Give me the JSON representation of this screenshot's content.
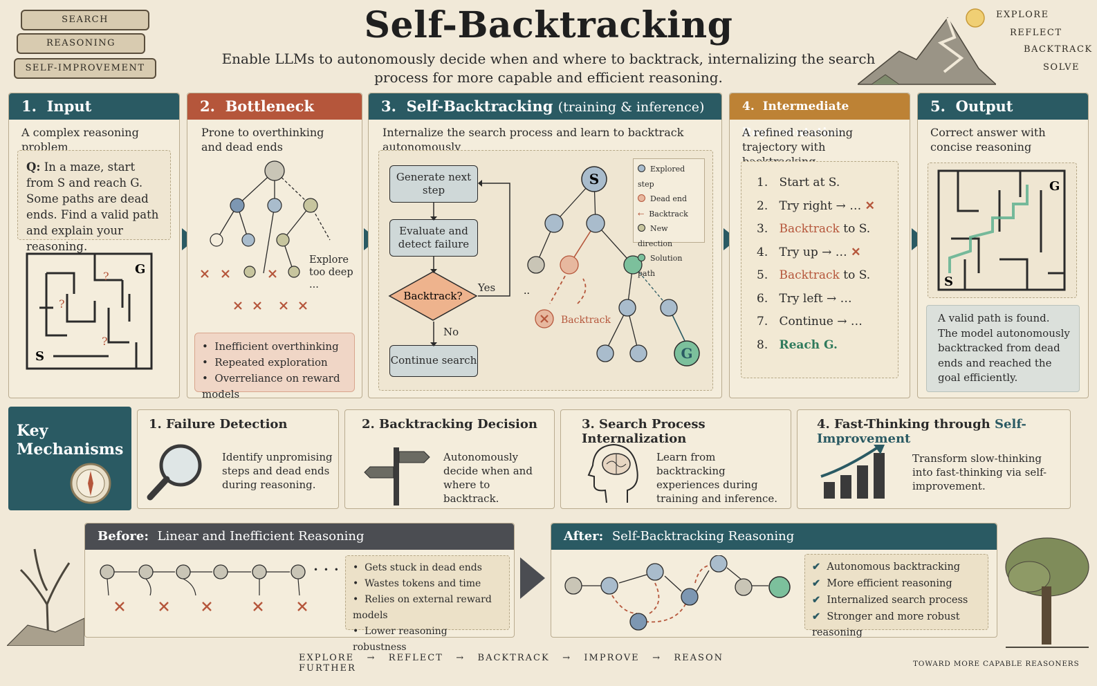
{
  "header": {
    "title": "Self-Backtracking",
    "subtitle": "Enable LLMs to autonomously decide when and where to backtrack, internalizing the search process for more capable and efficient reasoning.",
    "books": [
      "SEARCH",
      "REASONING",
      "SELF-IMPROVEMENT"
    ],
    "keywords": [
      "EXPLORE",
      "REFLECT",
      "BACKTRACK",
      "SOLVE"
    ]
  },
  "panels": {
    "input": {
      "num": "1.",
      "title": "Input",
      "desc": "A complex reasoning problem",
      "q_label": "Q:",
      "question": "In a maze, start from S and reach G. Some paths are dead ends. Find a valid path and explain your reasoning.",
      "maze_s": "S",
      "maze_g": "G",
      "maze_q": "?"
    },
    "bottleneck": {
      "num": "2.",
      "title": "Bottleneck",
      "desc": "Prone to overthinking and dead ends",
      "explore_note": "Explore too deep ...",
      "bullets": [
        "Inefficient overthinking",
        "Repeated exploration",
        "Overreliance on reward models"
      ]
    },
    "selfbt": {
      "num": "3.",
      "title": "Self-Backtracking",
      "title_suffix": "(training & inference)",
      "desc": "Internalize the search process and learn to backtrack autonomously",
      "flow": {
        "generate": "Generate next step",
        "evaluate": "Evaluate and detect failure",
        "decision": "Backtrack?",
        "yes": "Yes",
        "no": "No",
        "continue": "Continue search"
      },
      "tree": {
        "start": "S",
        "goal": "G",
        "backtrack_label": "Backtrack",
        "ellipsis": ".."
      },
      "legend": [
        "Explored step",
        "Dead end",
        "Backtrack",
        "New direction",
        "Solution path"
      ]
    },
    "intermediate": {
      "num": "4.",
      "title": "Intermediate Representation",
      "desc": "A refined reasoning trajectory with backtracking",
      "steps": [
        {
          "n": "1.",
          "pre": "Start at S.",
          "hl": "",
          "post": "",
          "mark": ""
        },
        {
          "n": "2.",
          "pre": "Try right → …",
          "hl": "",
          "post": "",
          "mark": "✕"
        },
        {
          "n": "3.",
          "pre": "",
          "hl": "Backtrack",
          "post": " to S.",
          "mark": ""
        },
        {
          "n": "4.",
          "pre": "Try up → …",
          "hl": "",
          "post": "",
          "mark": "✕"
        },
        {
          "n": "5.",
          "pre": "",
          "hl": "Backtrack",
          "post": " to S.",
          "mark": ""
        },
        {
          "n": "6.",
          "pre": "Try left → …",
          "hl": "",
          "post": "",
          "mark": ""
        },
        {
          "n": "7.",
          "pre": "Continue → …",
          "hl": "",
          "post": "",
          "mark": ""
        },
        {
          "n": "8.",
          "pre": "",
          "hl": "",
          "post": "",
          "mark": "",
          "goal": "Reach G."
        }
      ]
    },
    "output": {
      "num": "5.",
      "title": "Output",
      "desc": "Correct answer with concise reasoning",
      "maze_s": "S",
      "maze_g": "G",
      "result": "A valid path is found. The model autonomously backtracked from dead ends and reached the goal efficiently."
    }
  },
  "mechanisms": {
    "label": "Key Mechanisms",
    "items": [
      {
        "title": "1.  Failure Detection",
        "text": "Identify unpromising steps and dead ends during reasoning."
      },
      {
        "title": "2.  Backtracking Decision",
        "text": "Autonomously decide when and where to backtrack."
      },
      {
        "title": "3.  Search Process Internalization",
        "text": "Learn from backtracking experiences during training and inference."
      },
      {
        "title_pre": "4.  Fast-Thinking through ",
        "title_hl": "Self-Improvement",
        "text": "Transform slow-thinking into fast-thinking via self-improvement."
      }
    ]
  },
  "before": {
    "label": "Before:",
    "title": "Linear and Inefficient Reasoning",
    "ellipsis": "• • •",
    "bullets": [
      "Gets stuck in dead ends",
      "Wastes tokens and time",
      "Relies on external reward models",
      "Lower reasoning robustness"
    ]
  },
  "after": {
    "label": "After:",
    "title": "Self-Backtracking Reasoning",
    "checks": [
      "Autonomous backtracking",
      "More efficient reasoning",
      "Internalized search process",
      "Stronger and more robust reasoning"
    ]
  },
  "footer": {
    "flow": [
      "EXPLORE",
      "REFLECT",
      "BACKTRACK",
      "IMPROVE",
      "REASON  FURTHER"
    ],
    "arrow": "→",
    "tagline": "TOWARD MORE CAPABLE REASONERS"
  },
  "colors": {
    "teal": "#2a5a63",
    "rust": "#b5563b",
    "ochre": "#bd8235",
    "node_blue": "#a9bccc",
    "node_green": "#3e9a72",
    "node_dead": "#e7b89f",
    "node_olive": "#c7c59e"
  }
}
